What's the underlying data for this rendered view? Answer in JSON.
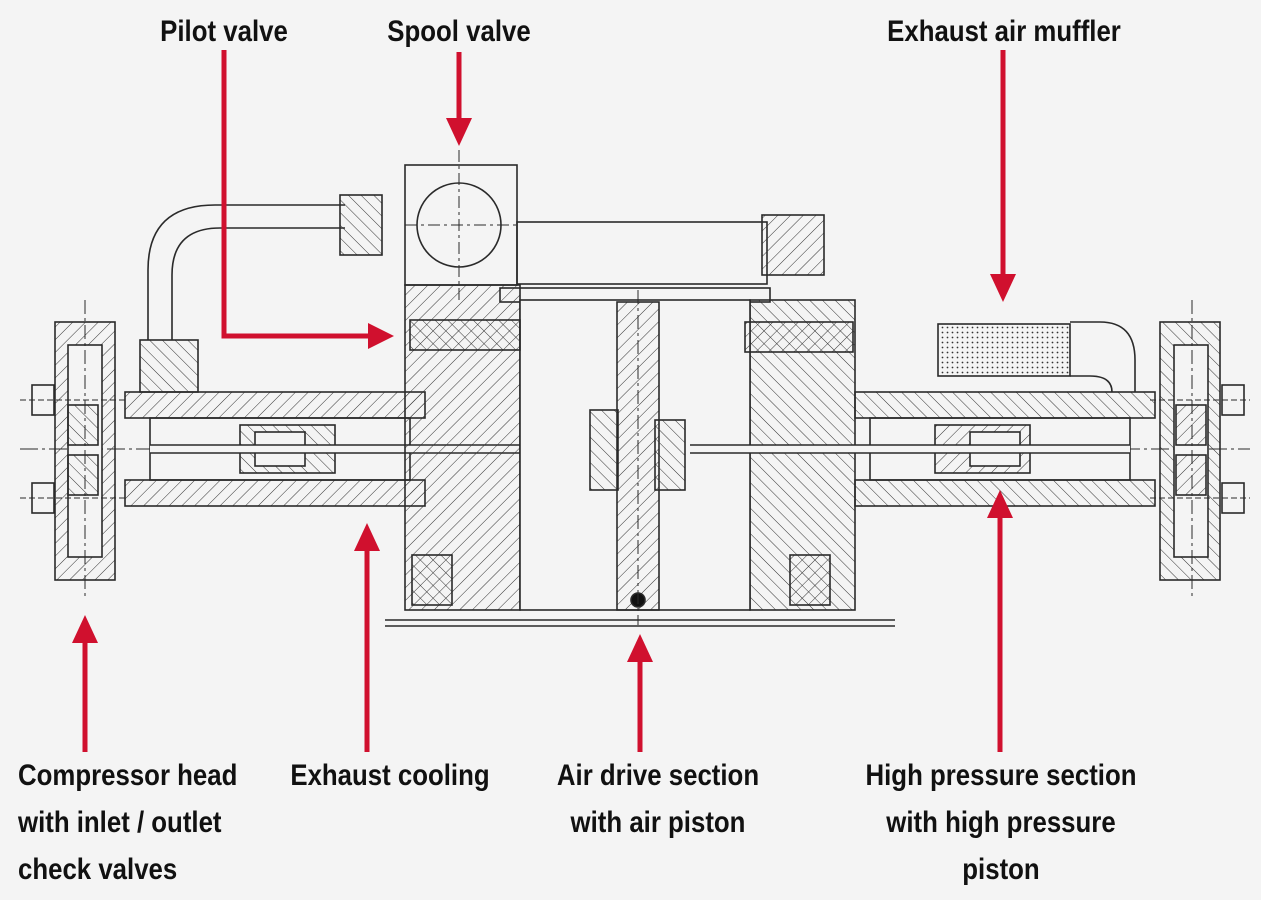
{
  "labels": {
    "pilot_valve": "Pilot valve",
    "spool_valve": "Spool valve",
    "exhaust_muffler": "Exhaust air muffler",
    "compressor_head": [
      "Compressor head",
      "with inlet / outlet",
      "check valves"
    ],
    "exhaust_cooling": "Exhaust cooling",
    "air_drive": [
      "Air drive section",
      "with air piston"
    ],
    "high_pressure": [
      "High pressure section",
      "with high pressure",
      "piston"
    ]
  },
  "colors": {
    "arrow": "#d0102e",
    "line": "#2a2a2a",
    "background": "#f4f4f4"
  }
}
